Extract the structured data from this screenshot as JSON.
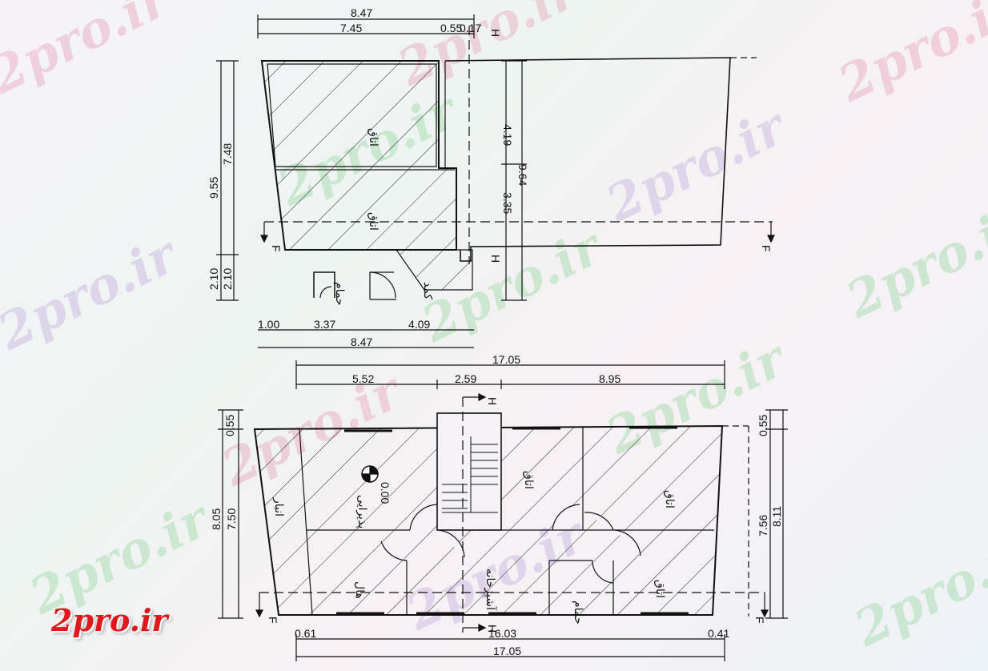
{
  "watermark_text": "2pro.ir",
  "logo_text": "2pro.ir",
  "colors": {
    "logo": "#e0171c",
    "line": "#111111",
    "wm_pink": "#e8a7bc",
    "wm_green": "#9fd9a6",
    "wm_purple": "#c7b2e2"
  },
  "upper_plan": {
    "top_dims": [
      "8.47",
      "7.45",
      "0.55",
      "0.17"
    ],
    "left_dims": [
      "9.55",
      "7.48",
      "2.10",
      "2.10"
    ],
    "right_dims": [
      "4.19",
      "3.35",
      "9.64"
    ],
    "bottom_dims": [
      "1.00",
      "3.37",
      "4.09",
      "8.47"
    ],
    "room_labels": [
      "اتاق",
      "اتاق",
      "حمام",
      "کمد"
    ],
    "section_marks": [
      "F",
      "F",
      "H",
      "H"
    ]
  },
  "lower_plan": {
    "top_dims": [
      "17.05",
      "5.52",
      "2.59",
      "8.95",
      "0.55",
      "0.55"
    ],
    "left_dims": [
      "8.05",
      "7.50"
    ],
    "right_dims": [
      "7.56",
      "8.11"
    ],
    "bottom_dims": [
      "0.61",
      "16.03",
      "0.41",
      "17.05"
    ],
    "level_mark": "0.00",
    "room_labels": [
      "پذیرایی",
      "انبار",
      "آشپزخانه",
      "هال",
      "اتاق",
      "اتاق",
      "اتاق",
      "حمام"
    ],
    "section_marks": [
      "F",
      "F",
      "H",
      "H"
    ]
  }
}
